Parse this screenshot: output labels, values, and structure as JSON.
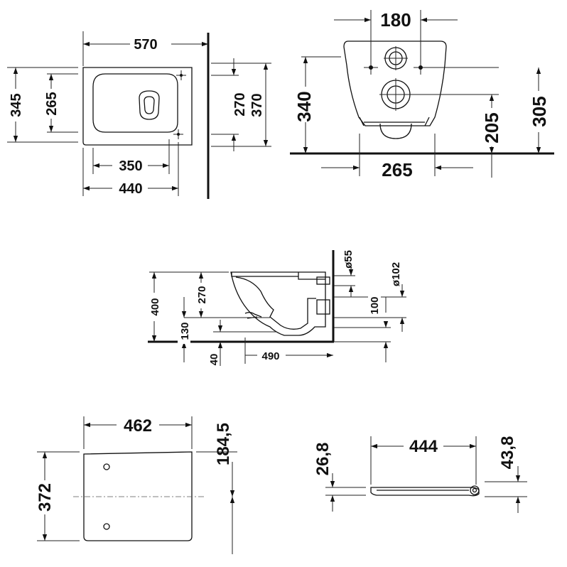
{
  "views": {
    "top": {
      "width_total": "570",
      "depth_left": "345",
      "bowl_inner": "265",
      "fix_right": "270",
      "depth_right": "370",
      "bottom_inner": "350",
      "bottom_outer": "440"
    },
    "front": {
      "top_width": "180",
      "height_left": "340",
      "right_inner": "205",
      "right_outer": "305",
      "bottom_width": "265"
    },
    "side": {
      "height_total": "400",
      "outlet_height": "270",
      "lower_height": "130",
      "bottom_gap": "40",
      "projection": "490",
      "pipe_small": "ø55",
      "pipe_large": "ø102",
      "pipe_offset": "100"
    },
    "seat_top": {
      "width": "462",
      "offset": "184,5",
      "depth": "372"
    },
    "seat_side": {
      "length": "444",
      "left_height": "26,8",
      "right_height": "43,8"
    }
  }
}
